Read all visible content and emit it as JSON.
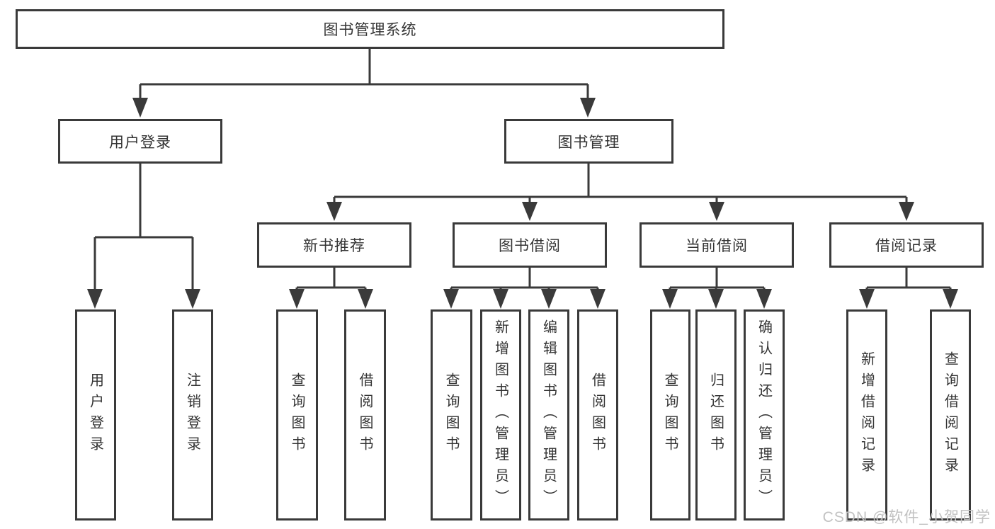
{
  "colors": {
    "line": "#3a3a3a",
    "text": "#333333",
    "watermark": "#c2c2c2",
    "background": "#ffffff"
  },
  "watermark": {
    "text": "CSDN @软件_小贺同学"
  },
  "tree": {
    "root_label": "图书管理系统",
    "children": [
      {
        "label": "用户登录",
        "children": [
          {
            "label": "用户登录"
          },
          {
            "label": "注销登录"
          }
        ]
      },
      {
        "label": "图书管理",
        "children": [
          {
            "label": "新书推荐",
            "children": [
              {
                "label": "查询图书"
              },
              {
                "label": "借阅图书"
              }
            ]
          },
          {
            "label": "图书借阅",
            "children": [
              {
                "label": "查询图书"
              },
              {
                "label": "新增图书（管理员）"
              },
              {
                "label": "编辑图书（管理员）"
              },
              {
                "label": "借阅图书"
              }
            ]
          },
          {
            "label": "当前借阅",
            "children": [
              {
                "label": "查询图书"
              },
              {
                "label": "归还图书"
              },
              {
                "label": "确认归还（管理员）"
              }
            ]
          },
          {
            "label": "借阅记录",
            "children": [
              {
                "label": "新增借阅记录"
              },
              {
                "label": "查询借阅记录"
              }
            ]
          }
        ]
      }
    ]
  }
}
